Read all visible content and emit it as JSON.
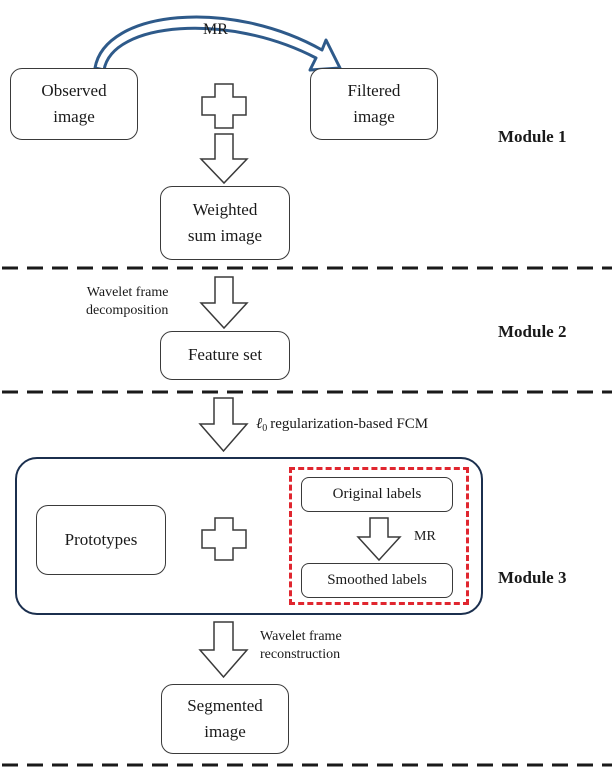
{
  "diagram": {
    "boxes": {
      "observed_image": [
        "Observed",
        "image"
      ],
      "filtered_image": [
        "Filtered",
        "image"
      ],
      "weighted_sum_image": [
        "Weighted",
        "sum image"
      ],
      "feature_set": "Feature set",
      "prototypes": "Prototypes",
      "original_labels": "Original labels",
      "smoothed_labels": "Smoothed labels",
      "segmented_image": [
        "Segmented",
        "image"
      ]
    },
    "edge_labels": {
      "mr_top": "MR",
      "wavelet_decomposition": [
        "Wavelet frame",
        "decomposition"
      ],
      "fcm_symbol": "ℓ",
      "fcm_subscript": "0",
      "fcm_text": "regularization-based FCM",
      "mr_labels": "MR",
      "wavelet_reconstruction": [
        "Wavelet frame",
        "reconstruction"
      ]
    },
    "modules": [
      "Module 1",
      "Module 2",
      "Module 3"
    ],
    "colors": {
      "curved_arrow_fill": "#ffffff",
      "curved_arrow_stroke": "#2e5a8a",
      "panel_border": "#1b2f4e",
      "dashed_highlight": "#e0262f",
      "separator": "#1a1a1a"
    }
  }
}
